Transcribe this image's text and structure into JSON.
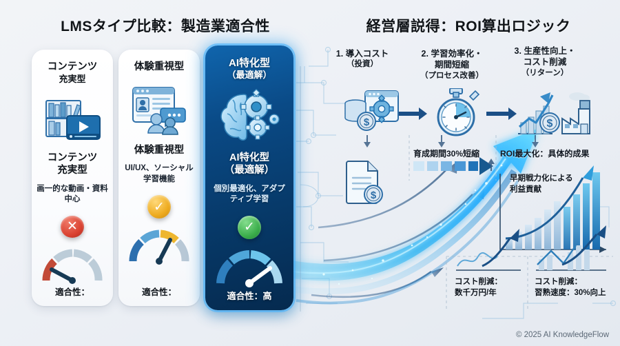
{
  "titles": {
    "left": "LMSタイプ比較：製造業適合性",
    "right": "経営層説得：ROI算出ロジック"
  },
  "cards": [
    {
      "head": "コンテンツ",
      "head2": "充実型",
      "name": "コンテンツ",
      "name2": "充実型",
      "desc": "画一的な動画・資料中心",
      "icon": "bookshelf-video-icon",
      "badge": "✕",
      "badge_color": "#d9402f",
      "gauge_level": "low",
      "foot": "適合性："
    },
    {
      "head": "体験重視型",
      "head2": "",
      "name": "体験重視型",
      "name2": "",
      "desc": "UI/UX、ソーシャル学習機能",
      "icon": "social-ui-icon",
      "badge": "✓",
      "badge_color": "#eeab1f",
      "gauge_level": "mid",
      "foot": "適合性："
    },
    {
      "head": "AI特化型",
      "head2": "（最適解）",
      "name": "AI特化型",
      "name2": "（最適解）",
      "desc": "個別最適化、アダプティブ学習",
      "icon": "brain-gears-icon",
      "badge": "✓",
      "badge_color": "#3aad4a",
      "gauge_level": "high",
      "foot": "適合性：高"
    }
  ],
  "roi": {
    "steps": [
      {
        "label": "1. 導入コスト",
        "paren": "（投資）",
        "icon": "coins-gear-window-icon"
      },
      {
        "label": "2. 学習効率化・",
        "label2": "期間短縮",
        "paren": "（プロセス改善）",
        "icon": "stopwatch-icon"
      },
      {
        "label": "3. 生産性向上・",
        "label2": "コスト削減",
        "paren": "（リターン）",
        "icon": "growth-factory-icon"
      }
    ],
    "mid_labels": [
      "育成期間30%短縮",
      "ROI最大化：具体的成果"
    ],
    "annotation": "早期戦力化による",
    "annotation2": "利益貢献",
    "kpis": [
      {
        "line1": "コスト削減：",
        "line2": "数千万円/年",
        "icon": "line-arrow-chart-icon"
      },
      {
        "line1": "コスト削減：",
        "line2": "習熟速度：30%向上",
        "icon": "bar-arrow-chart-icon"
      }
    ]
  },
  "footer": "© 2025 AI KnowledgeFlow",
  "colors": {
    "accent_blue": "#1d7fd1",
    "glow_cyan": "#31c8ff",
    "dark_navy": "#073a6a",
    "red": "#d9402f",
    "yellow": "#eeab1f",
    "green": "#3aad4a"
  }
}
